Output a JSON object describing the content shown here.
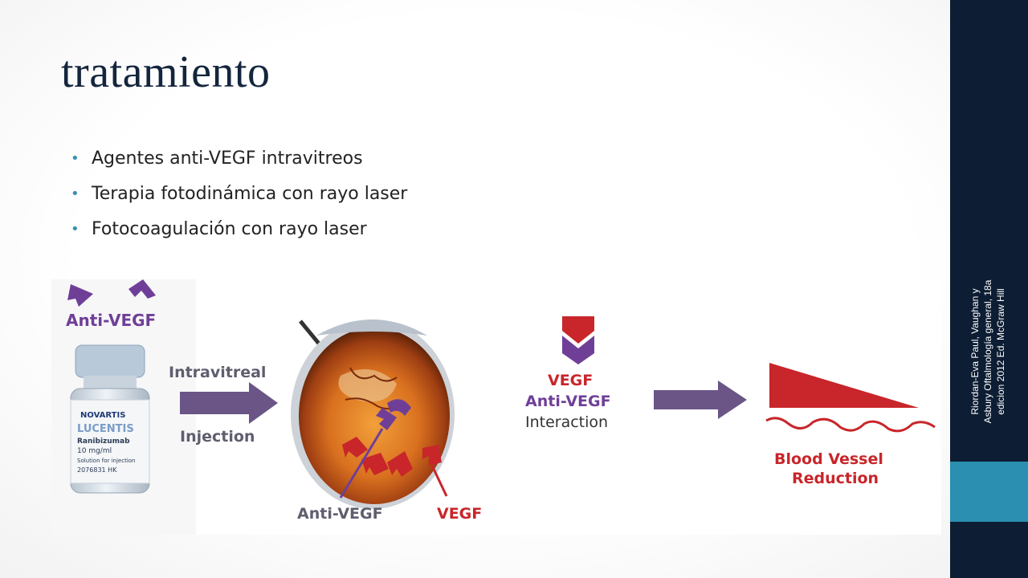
{
  "slide": {
    "title": "tratamiento",
    "bullets": [
      "Agentes anti-VEGF intravitreos",
      "Terapia fotodinámica con rayo laser",
      "Fotocoagulación con rayo laser"
    ],
    "citation": {
      "line1": "Riordan-Eva Paul, Vaughan y",
      "line2": "Asbury Oftalmología general, 18a",
      "line3": "edicion 2012 Ed. McGraw Hill"
    }
  },
  "figure": {
    "anti_vegf_header": "Anti-VEGF",
    "vial": {
      "brand": "NOVARTIS",
      "product": "LUCENTIS",
      "drug": "Ranibizumab",
      "dose": "10 mg/ml",
      "note": "Solution for injection",
      "code": "2076831 HK"
    },
    "intravitreal": "Intravitreal",
    "injection": "Injection",
    "eye_label_anti": "Anti-VEGF",
    "eye_label_vegf": "VEGF",
    "interaction": {
      "line1": "VEGF",
      "line2": "Anti-VEGF",
      "line3": "Interaction"
    },
    "reduction": {
      "line1": "Blood Vessel",
      "line2": "Reduction"
    },
    "colors": {
      "purple": "#6f3f98",
      "red": "#c8262a",
      "arrow_gray": "#6a5586",
      "navy": "#0d1d33",
      "teal": "#2a8fb0"
    }
  }
}
